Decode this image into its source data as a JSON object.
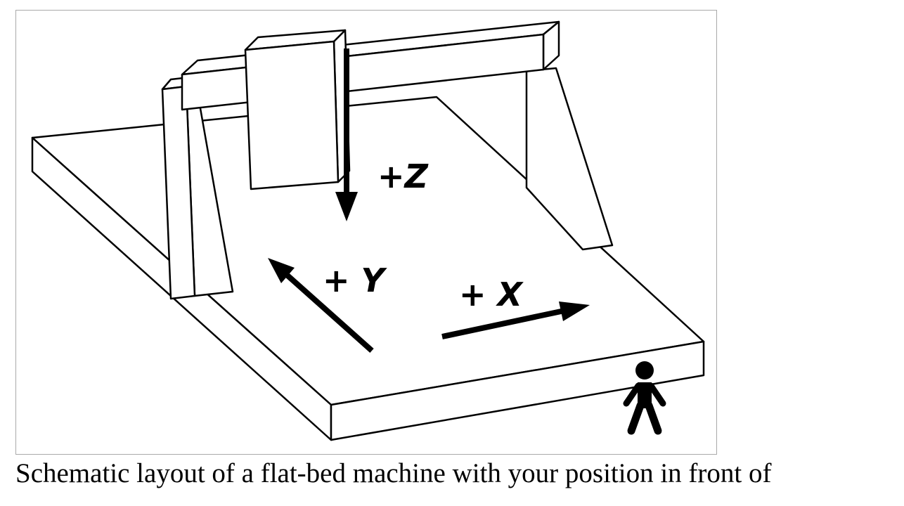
{
  "panel": {
    "background": "#ffffff",
    "border_color": "#a9a9a9"
  },
  "diagram": {
    "type": "schematic-line-drawing",
    "subject": "flat-bed machine with coordinate axes",
    "stroke_color": "#000000",
    "axis_labels": {
      "z": "+Z",
      "y": "+ Y",
      "x": "+ X"
    },
    "icons": {
      "person": "person-silhouette-icon"
    }
  },
  "caption": {
    "text": "Schematic layout of a flat-bed machine with your position in front of"
  }
}
